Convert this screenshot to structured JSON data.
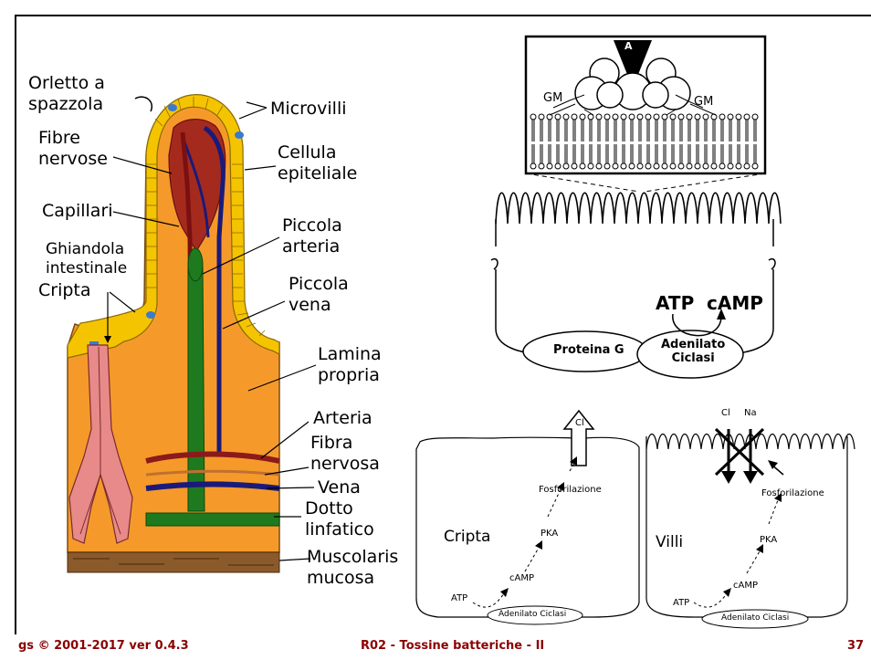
{
  "villus_labels": {
    "orletto": "Orletto a\nspazzola",
    "fibre_nervose": "Fibre\nnervose",
    "capillari": "Capillari",
    "ghiandola": "Ghiandola\nintestinale",
    "cripta": "Cripta",
    "microvilli": "Microvilli",
    "cellula": "Cellula\nepiteliale",
    "piccola_arteria": "Piccola\narteria",
    "piccola_vena": "Piccola\nvena",
    "lamina": "Lamina\npropria",
    "arteria": "Arteria",
    "fibra_nervosa": "Fibra\nnervosa",
    "vena": "Vena",
    "dotto": "Dotto\nlinfatico",
    "muscolaris": "Muscolaris\nmucosa"
  },
  "membrane_labels": {
    "a": "A",
    "gm_left": "GM",
    "gm_right": "GM"
  },
  "cell_labels": {
    "atp": "ATP",
    "camp": "cAMP",
    "proteina_g": "Proteina G",
    "adenilato": "Adenilato\nCiclasi"
  },
  "crypt_cell": {
    "title": "Cripta",
    "cl": "Cl",
    "fosforilazione": "Fosforilazione",
    "pka": "PKA",
    "camp": "cAMP",
    "atp": "ATP",
    "enzyme": "Adenilato Ciclasi"
  },
  "villi_cell": {
    "title": "Villi",
    "cl": "Cl",
    "na": "Na",
    "fosforilazione": "Fosforilazione",
    "pka": "PKA",
    "camp": "cAMP",
    "atp": "ATP",
    "enzyme": "Adenilato Ciclasi"
  },
  "footer": {
    "left": "gs © 2001-2017 ver 0.4.3",
    "center": "R02 - Tossine batteriche - II",
    "right": "37"
  },
  "colors": {
    "epithelium": "#f5c400",
    "lamina": "#f59a2a",
    "artery": "#8b1a1a",
    "vein": "#1a1a7a",
    "lymph": "#1f7a1f",
    "muscle": "#8a5a2b",
    "crypt": "#e88a8a",
    "footer_text": "#8b0000"
  }
}
